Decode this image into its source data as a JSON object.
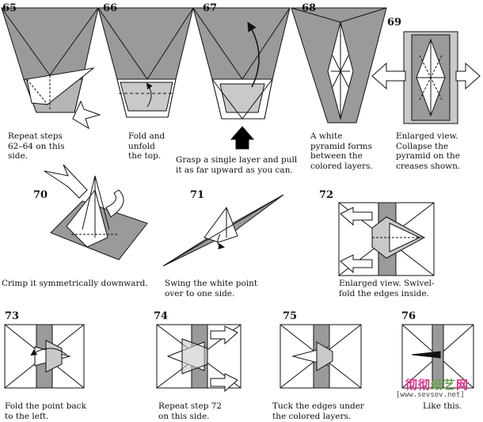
{
  "colors": {
    "paper_colored": "#9a9a9a",
    "paper_light": "#c9c9c9",
    "paper_white": "#ffffff",
    "line": "#111111",
    "wm_pink": "#e0308a",
    "wm_green": "#6aa84f"
  },
  "steps": [
    {
      "number": "65",
      "caption": "Repeat steps\n62–64 on this\nside."
    },
    {
      "number": "66",
      "caption": "Fold and\nunfold\nthe top."
    },
    {
      "number": "67",
      "caption": "Grasp a single layer and pull\nit as far upward as you can."
    },
    {
      "number": "68",
      "caption": "A white\npyramid forms\nbetween the\ncolored layers."
    },
    {
      "number": "69",
      "caption": "Enlarged view.\nCollapse the\npyramid on the\ncreases shown."
    },
    {
      "number": "70",
      "caption": "Crimp it symmetrically downward."
    },
    {
      "number": "71",
      "caption": "Swing the white point\nover to one side."
    },
    {
      "number": "72",
      "caption": "Enlarged view. Swivel-\nfold the edges inside."
    },
    {
      "number": "73",
      "caption": "Fold the point back\nto the left."
    },
    {
      "number": "74",
      "caption": "Repeat step 72\non this side."
    },
    {
      "number": "75",
      "caption": "Tuck the edges under\nthe colored layers."
    },
    {
      "number": "76",
      "caption": "Like this."
    }
  ],
  "watermark": {
    "brand_left": "彻彻",
    "brand_right": "纸艺",
    "domain": "网",
    "url": "[www.sevsov.net]"
  }
}
